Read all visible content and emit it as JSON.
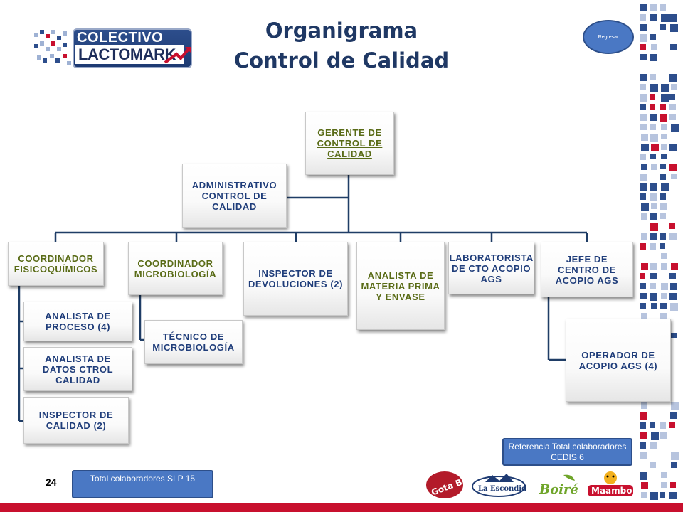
{
  "title": {
    "line1": "Organigrama",
    "line2": "Control de Calidad"
  },
  "logo": {
    "line1": "COLECTIVO",
    "line2": "LACTOMARK"
  },
  "back_button": {
    "label": "Regresar"
  },
  "org": {
    "gerente": "GERENTE DE CONTROL DE CALIDAD",
    "administrativo": "ADMINISTRATIVO CONTROL DE CALIDAD",
    "coord_fisico": "COORDINADOR FISICOQUÍMICOS",
    "analista_proceso": "ANALISTA DE PROCESO (4)",
    "analista_datos": "ANALISTA DE DATOS CTROL CALIDAD",
    "inspector_calidad": "INSPECTOR DE CALIDAD (2)",
    "coord_micro": "COORDINADOR MICROBIOLOGÍA",
    "tecnico_micro": "TÉCNICO DE MICROBIOLOGÍA",
    "inspector_devoluciones": "INSPECTOR DE DEVOLUCIONES (2)",
    "analista_materia": "ANALISTA DE MATERIA PRIMA Y ENVASE",
    "laboratorista": "LABORATORISTA DE CTO ACOPIO AGS",
    "jefe_acopio": "JEFE DE CENTRO DE ACOPIO AGS",
    "operador_acopio": "OPERADOR DE ACOPIO AGS  (4)"
  },
  "totals": {
    "slp": "Total  colaboradores SLP 15",
    "cedis": "Referencia Total colaboradores CEDIS 6"
  },
  "page_number": "24",
  "brands": [
    "Gota Blanca",
    "La Escondida",
    "Boiré",
    "Maambo"
  ],
  "colors": {
    "title": "#1f3864",
    "accent_blue": "#4a78c4",
    "bottom_bar": "#c8102e",
    "line": "#1f3d66",
    "olive_text": "#596b16",
    "blue_text": "#1f3d7a"
  }
}
